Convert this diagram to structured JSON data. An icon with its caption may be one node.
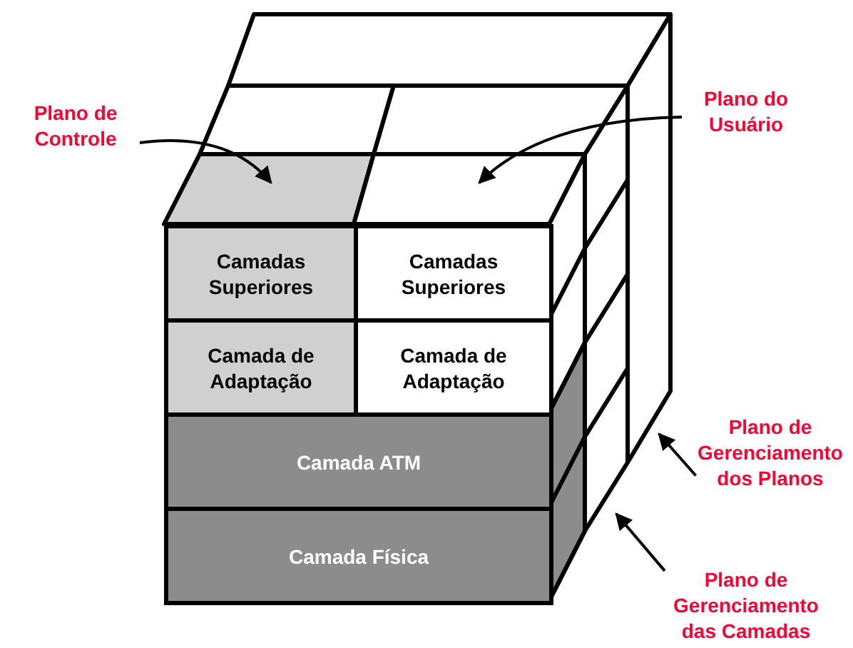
{
  "diagram": {
    "nodes": [
      {
        "text": [
          "Plano de Controle"
        ]
      },
      {
        "text": [
          "Plano do Usuário"
        ]
      },
      {
        "text": [
          "Camadas Superiores"
        ]
      },
      {
        "text": [
          "Camadas Superiores"
        ]
      },
      {
        "text": [
          "Camada de Adaptação"
        ]
      },
      {
        "text": [
          "Camada de Adaptação"
        ]
      },
      {
        "text": [
          "Camada ATM"
        ]
      },
      {
        "text": [
          "Camada Física"
        ]
      },
      {
        "text": [
          "Plano de Gerenciamento dos Planos"
        ]
      },
      {
        "text": [
          "Plano de Gerenciamento das Camadas"
        ]
      }
    ],
    "edges": [
      {
        "from": 0,
        "to": null,
        "arrow": "to"
      },
      {
        "from": 1,
        "to": null,
        "arrow": "to"
      },
      {
        "from": 8,
        "to": null,
        "arrow": "to"
      },
      {
        "from": 9,
        "to": null,
        "arrow": "to"
      }
    ]
  }
}
